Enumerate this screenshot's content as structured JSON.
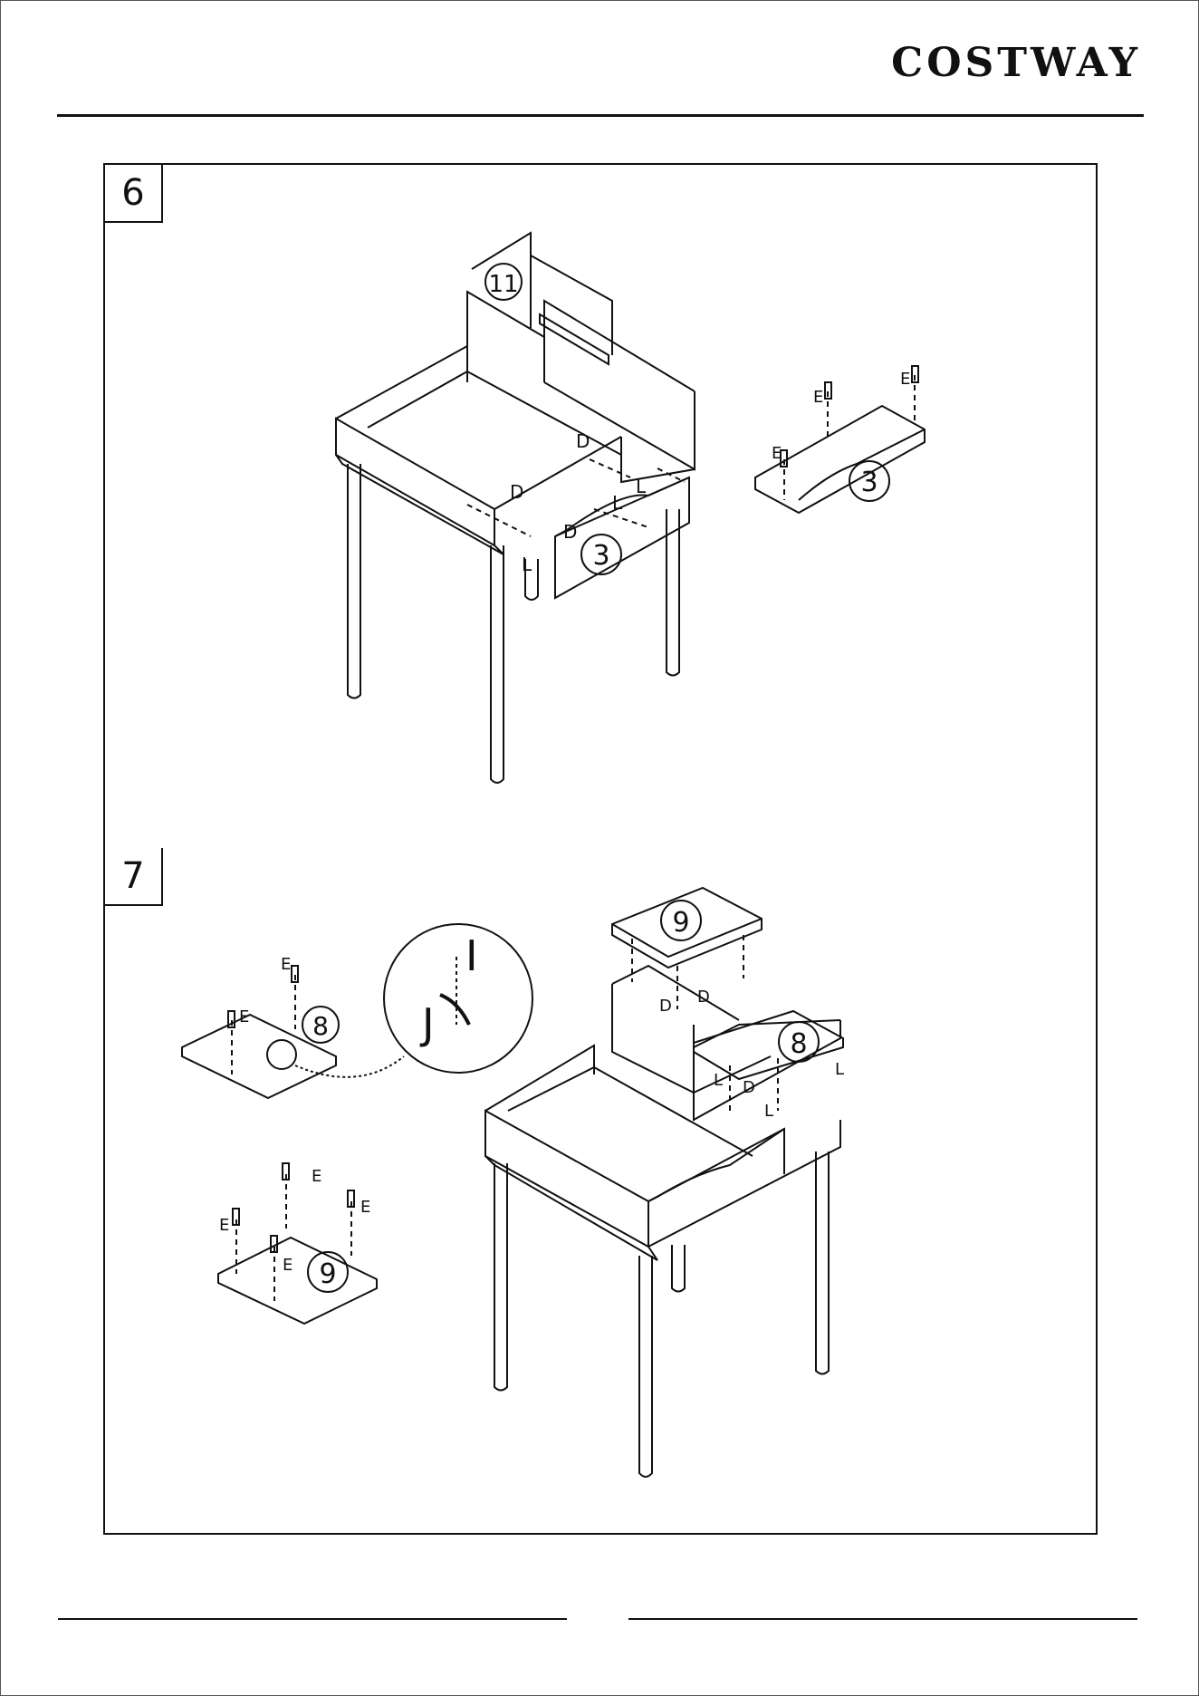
{
  "header": {
    "brand": "COSTWAY"
  },
  "steps": [
    {
      "number": "6",
      "parts": [
        "11",
        "3",
        "3"
      ],
      "hardware_labels": [
        "D",
        "D",
        "D",
        "L",
        "L",
        "L",
        "E",
        "E",
        "E"
      ]
    },
    {
      "number": "7",
      "parts": [
        "9",
        "8",
        "8",
        "9"
      ],
      "hardware_labels": [
        "D",
        "D",
        "D",
        "L",
        "L",
        "L",
        "E",
        "E",
        "E",
        "E",
        "E",
        "E"
      ],
      "detail_labels": [
        "J",
        "I"
      ]
    }
  ]
}
